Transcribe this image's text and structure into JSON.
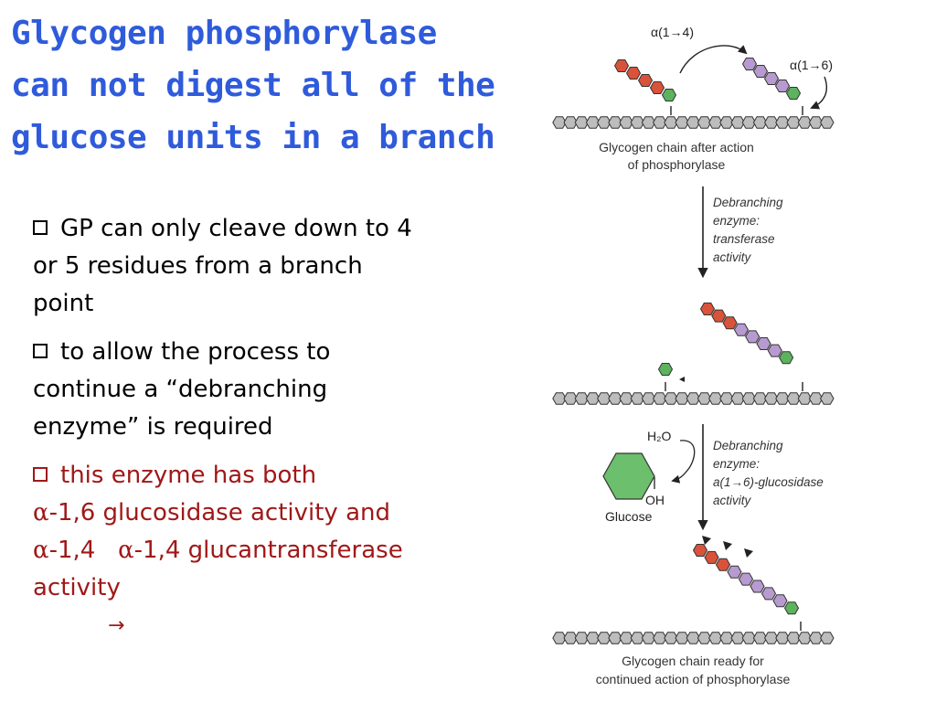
{
  "slide": {
    "title_lines": [
      "Glycogen phosphorylase",
      "can not digest all of the",
      "glucose units in a branch"
    ],
    "bullets": [
      {
        "lines": [
          "GP can only cleave down to 4",
          "or 5 residues from a branch",
          "point"
        ],
        "color": "#000000"
      },
      {
        "lines": [
          "to allow the process to",
          "continue a “debranching",
          "enzyme” is required"
        ],
        "color": "#000000"
      },
      {
        "color": "#a01818",
        "line1": "this enzyme has both",
        "alpha": "α",
        "line2_rest": "-1,6 glucosidase activity and",
        "line3_a": "-1,4",
        "line3_b": "-1,4 glucantransferase",
        "line4": "activity"
      }
    ],
    "stray_arrow": "→"
  },
  "figure": {
    "bond_label_a": "α(1→4)",
    "bond_label_b": "α(1→6)",
    "caption_top_1": "Glycogen chain after action",
    "caption_top_2": "of phosphorylase",
    "step1_1": "Debranching",
    "step1_2": "enzyme:",
    "step1_3": "transferase",
    "step1_4": "activity",
    "water": "H₂O",
    "step2_1": "Debranching",
    "step2_2": "enzyme:",
    "step2_3": "a(1→6)-glucosidase",
    "step2_4": "activity",
    "oh": "OH",
    "glucose": "Glucose",
    "caption_bottom_1": "Glycogen chain ready for",
    "caption_bottom_2": "continued action of phosphorylase",
    "colors": {
      "red": "#d9533a",
      "purple": "#b79bd0",
      "green": "#5db35d",
      "gray": "#bdbdbd",
      "title_blue": "#2f5bdb",
      "dark_red": "#a01818"
    }
  }
}
